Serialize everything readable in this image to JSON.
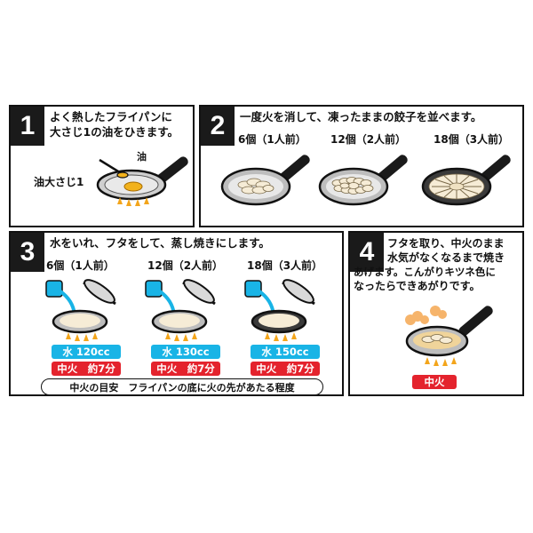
{
  "step1": {
    "number": "1",
    "text_line1": "よく熱したフライパンに",
    "text_line2": "大さじ1の油をひきます。",
    "oil_label": "油",
    "spoon_label": "油大さじ1"
  },
  "step2": {
    "number": "2",
    "text": "一度火を消して、凍ったままの餃子を並べます。",
    "portions": [
      "6個（1人前）",
      "12個（2人前）",
      "18個（3人前）"
    ]
  },
  "step3": {
    "number": "3",
    "text": "水をいれ、フタをして、蒸し焼きにします。",
    "portions": [
      "6個（1人前）",
      "12個（2人前）",
      "18個（3人前）"
    ],
    "water": [
      "水 120cc",
      "水 130cc",
      "水 150cc"
    ],
    "heat": [
      "中火　約7分",
      "中火　約7分",
      "中火　約7分"
    ],
    "note": "中火の目安　フライパンの底に火の先があたる程度"
  },
  "step4": {
    "number": "4",
    "text_line1": "フタを取り、中火のまま",
    "text_line2": "水気がなくなるまで焼き",
    "text_line3": "あげます。こんがりキツネ色に",
    "text_line4": "なったらできあがりです。",
    "heat": "中火"
  },
  "colors": {
    "water": "#19b4e6",
    "heat": "#e4232d",
    "flame": "#f3a51b",
    "oil": "#f2b21d"
  }
}
